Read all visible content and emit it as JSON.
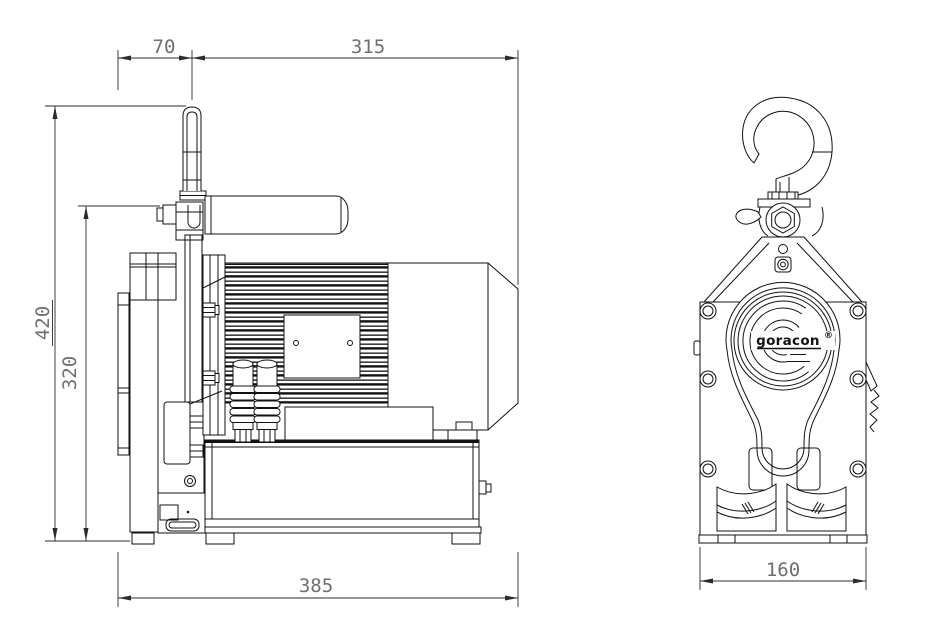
{
  "colors": {
    "background": "#ffffff",
    "line": "#111111",
    "dimension_text": "#6e6e6e"
  },
  "side_view": {
    "dim_top_left": "70",
    "dim_top_right": "315",
    "dim_height_outer": "420",
    "dim_height_inner": "320",
    "dim_bottom": "385"
  },
  "front_view": {
    "dim_width": "160",
    "logo_text": "goracon",
    "logo_mark": "®"
  }
}
